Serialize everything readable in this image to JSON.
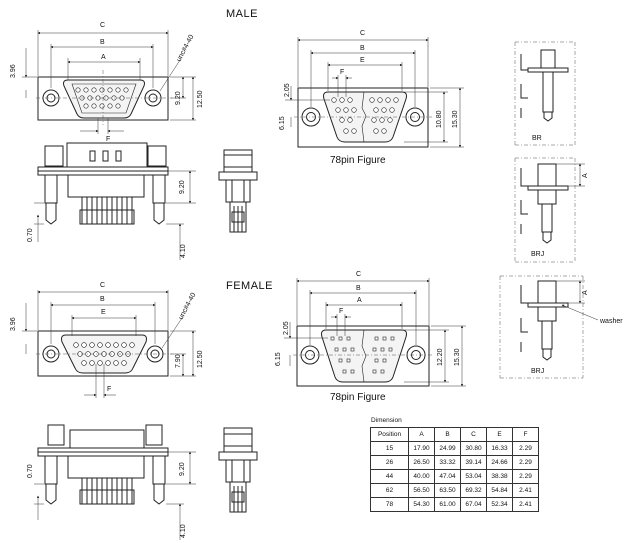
{
  "headings": {
    "male": "MALE",
    "female": "FEMALE"
  },
  "male": {
    "front": {
      "C": "C",
      "B": "B",
      "A": "A",
      "F": "F",
      "unc": "unc#4-40",
      "d396": "3.96",
      "d920": "9.20",
      "d1250": "12.50"
    },
    "side": {
      "d070": "0.70",
      "d920": "9.20",
      "d410": "4.10"
    },
    "figure": {
      "C": "C",
      "B": "B",
      "E": "E",
      "F": "F",
      "d205": "2.05",
      "d615": "6.15",
      "d1080": "10.80",
      "d1530": "15.30",
      "caption": "78pin  Figure"
    }
  },
  "female": {
    "front": {
      "C": "C",
      "B": "B",
      "E": "E",
      "F": "F",
      "unc": "unc#4-40",
      "d396": "3.96",
      "d790": "7.90",
      "d1250": "12.50"
    },
    "side": {
      "d070": "0.70",
      "d920": "9.20",
      "d410": "4.10"
    },
    "figure": {
      "C": "C",
      "B": "B",
      "A": "A",
      "F": "F",
      "d205": "2.05",
      "d615": "6.15",
      "d1220": "12.20",
      "d1530": "15.30",
      "caption": "78pin  Figure"
    }
  },
  "variants": {
    "br": "BR",
    "brj1": "BRJ",
    "brj2": "BRJ",
    "A1": "A",
    "A2": "A",
    "washer": "washer"
  },
  "dimension_table": {
    "title": "Dimension",
    "headers": [
      "Position",
      "A",
      "B",
      "C",
      "E",
      "F"
    ],
    "rows": [
      [
        "15",
        "17.90",
        "24.99",
        "30.80",
        "16.33",
        "2.29"
      ],
      [
        "26",
        "26.50",
        "33.32",
        "39.14",
        "24.66",
        "2.29"
      ],
      [
        "44",
        "40.00",
        "47.04",
        "53.04",
        "38.38",
        "2.29"
      ],
      [
        "62",
        "56.50",
        "63.50",
        "69.32",
        "54.84",
        "2.41"
      ],
      [
        "78",
        "54.30",
        "61.00",
        "67.04",
        "52.34",
        "2.41"
      ]
    ]
  }
}
